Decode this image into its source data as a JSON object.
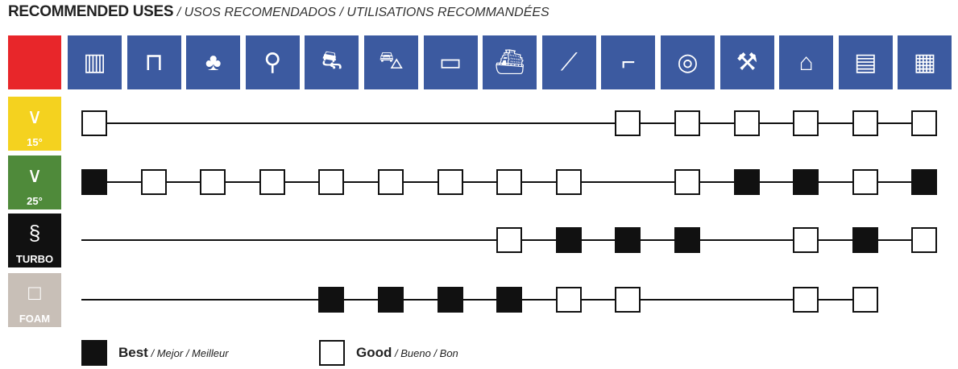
{
  "title": {
    "main": "RECOMMENDED USES",
    "sub": " / USOS RECOMENDADOS / UTILISATIONS RECOMMANDÉES"
  },
  "colors": {
    "header": "#3c5aa0",
    "red": "#e8262a",
    "yellow": "#f4d21f",
    "green": "#4f8a3a",
    "black": "#111111",
    "gray": "#c8bfb7"
  },
  "columns": [
    {
      "icon": "fence-icon",
      "glyph": "▥"
    },
    {
      "icon": "bench-icon",
      "glyph": "⊓"
    },
    {
      "icon": "trees-icon",
      "glyph": "♣"
    },
    {
      "icon": "bicycle-icon",
      "glyph": "⚲"
    },
    {
      "icon": "motorcycle-icon",
      "glyph": "⛐"
    },
    {
      "icon": "car-icon",
      "glyph": "⛍"
    },
    {
      "icon": "rv-icon",
      "glyph": "▭"
    },
    {
      "icon": "boat-icon",
      "glyph": "⛴"
    },
    {
      "icon": "kayak-icon",
      "glyph": "⟋"
    },
    {
      "icon": "stairs-icon",
      "glyph": "⌐"
    },
    {
      "icon": "pool-icon",
      "glyph": "◎"
    },
    {
      "icon": "wheelbarrow-icon",
      "glyph": "⚒"
    },
    {
      "icon": "house-icon",
      "glyph": "⌂"
    },
    {
      "icon": "brick-wall-icon",
      "glyph": "▤"
    },
    {
      "icon": "roof-tiles-icon",
      "glyph": "▦"
    }
  ],
  "rows": [
    {
      "label": "15°",
      "glyph": "∨",
      "color": "#f4d21f",
      "text": "#fff",
      "cells": [
        "good",
        null,
        null,
        null,
        null,
        null,
        null,
        null,
        null,
        "good",
        "good",
        "good",
        "good",
        "good",
        "good"
      ]
    },
    {
      "label": "25°",
      "glyph": "∨",
      "color": "#4f8a3a",
      "text": "#fff",
      "cells": [
        "best",
        "good",
        "good",
        "good",
        "good",
        "good",
        "good",
        "good",
        "good",
        null,
        "good",
        "best",
        "best",
        "good",
        "best"
      ]
    },
    {
      "label": "TURBO",
      "glyph": "§",
      "color": "#111111",
      "text": "#fff",
      "cells": [
        null,
        null,
        null,
        null,
        null,
        null,
        null,
        "good",
        "best",
        "best",
        "best",
        null,
        "good",
        "best",
        "good"
      ]
    },
    {
      "label": "FOAM",
      "glyph": "□",
      "color": "#c8bfb7",
      "text": "#fff",
      "cells": [
        null,
        null,
        null,
        null,
        "best",
        "best",
        "best",
        "best",
        "good",
        "good",
        null,
        null,
        "good",
        "good",
        null
      ]
    }
  ],
  "legend": {
    "best": "Best",
    "best_sub": " / Mejor / Meilleur",
    "good": "Good",
    "good_sub": " / Bueno / Bon"
  }
}
